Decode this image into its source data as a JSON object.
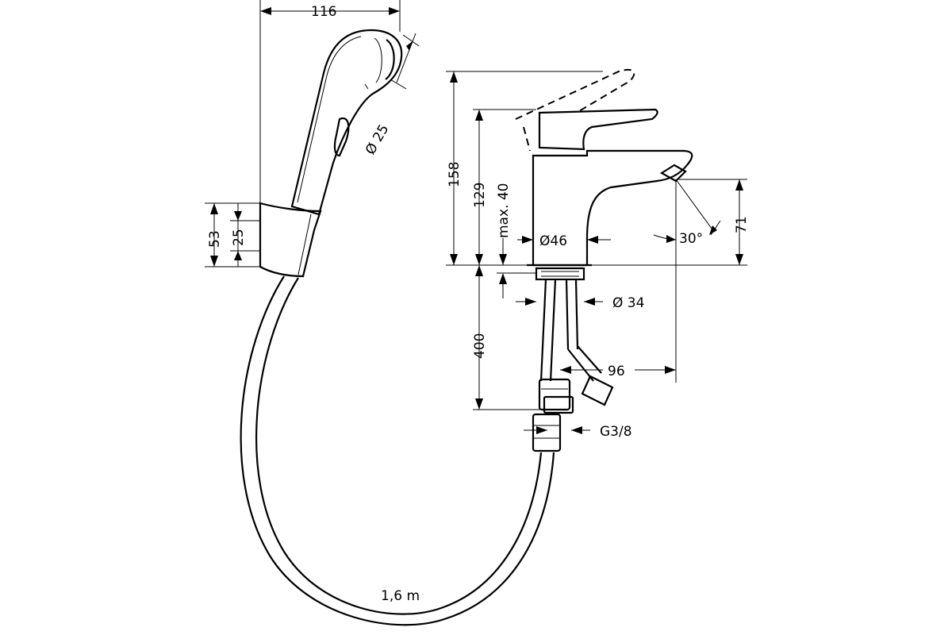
{
  "dimensions": {
    "spray_width": "116",
    "spray_head_diameter": "Ø 25",
    "holder_height": "53",
    "holder_inner": "25",
    "faucet_height": "158",
    "spout_height": "129",
    "max_deck": "max. 40",
    "body_diameter": "Ø46",
    "spout_clearance": "71",
    "spray_angle": "30°",
    "shank_diameter": "Ø 34",
    "spout_reach": "96",
    "supply_hose_length": "400",
    "connection_thread": "G3/8",
    "hose_length": "1,6 m"
  },
  "icons": [
    "hand-spray-icon",
    "wall-holder-icon",
    "basin-mixer-icon",
    "shower-hose-icon",
    "supply-hose-icon"
  ]
}
